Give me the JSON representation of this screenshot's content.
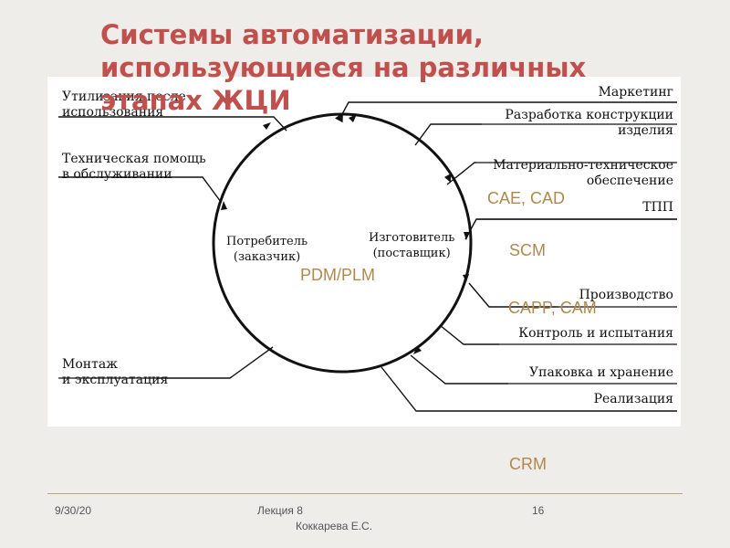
{
  "slide": {
    "title_line1": "Системы автоматизации,",
    "title_line2": "использующиеся на различных",
    "title_line3": "этапах ЖЦИ"
  },
  "diagram": {
    "left_labels": {
      "disposal_1": "Утилизация после",
      "disposal_2": "использования",
      "support_1": "Техническая помощь",
      "support_2": "в обслуживании",
      "install_1": "Монтаж",
      "install_2": "и эксплуатация"
    },
    "right_labels": {
      "marketing": "Маркетинг",
      "design_1": "Разработка конструкции",
      "design_2": "изделия",
      "supply_1": "Материально-техническое",
      "supply_2": "обеспечение",
      "tpp": "ТПП",
      "production": "Производство",
      "control": "Контроль и испытания",
      "packaging": "Упаковка и хранение",
      "sales": "Реализация"
    },
    "circle_labels": {
      "consumer_1": "Потребитель",
      "consumer_2": "(заказчик)",
      "producer_1": "Изготовитель",
      "producer_2": "(поставщик)"
    }
  },
  "systems": {
    "pdm_plm": "PDM/PLM",
    "cae_cad": "CAE, CAD",
    "scm": "SCM",
    "capp_cam": "CAPP, CAM",
    "crm": "CRM"
  },
  "footer": {
    "date": "9/30/20",
    "lecture": "Лекция 8",
    "author": "Коккарева Е.С.",
    "page": "16"
  }
}
